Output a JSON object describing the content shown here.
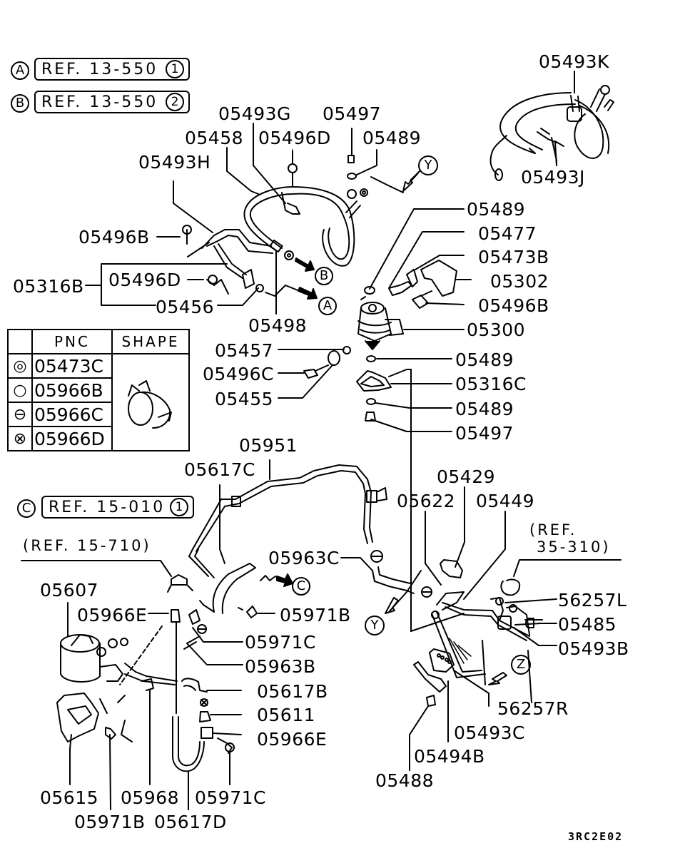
{
  "diagram": {
    "drawing_code": "3RC2E02",
    "references": [
      {
        "marker": "A",
        "text": "REF. 13-550",
        "sub": "1"
      },
      {
        "marker": "B",
        "text": "REF. 13-550",
        "sub": "2"
      },
      {
        "marker": "C",
        "text": "REF. 15-010",
        "sub": "1"
      }
    ],
    "plain_refs": {
      "ref_15_710": "(REF. 15-710)",
      "ref_35_310_line1": "(REF.",
      "ref_35_310_line2": "35-310)"
    },
    "view_markers": {
      "A": "A",
      "B": "B",
      "C": "C",
      "Y": "Y",
      "Z": "Z"
    },
    "pnc_table": {
      "headers": [
        "",
        "PNC",
        "SHAPE"
      ],
      "rows": [
        {
          "symbol": "double-circle",
          "glyph": "◎",
          "pnc": "05473C"
        },
        {
          "symbol": "circle",
          "glyph": "○",
          "pnc": "05966B"
        },
        {
          "symbol": "circle-minus",
          "glyph": "⊖",
          "pnc": "05966C"
        },
        {
          "symbol": "circle-times",
          "glyph": "⊗",
          "pnc": "05966D"
        }
      ]
    },
    "part_labels": {
      "p05493K": "05493K",
      "p05493J": "05493J",
      "p05493G": "05493G",
      "p05497_top": "05497",
      "p05458": "05458",
      "p05496D_top": "05496D",
      "p05489_top": "05489",
      "p05493H": "05493H",
      "p05489_a": "05489",
      "p05477": "05477",
      "p05473B": "05473B",
      "p05302": "05302",
      "p05496B_right": "05496B",
      "p05300": "05300",
      "p05496B_left": "05496B",
      "p05316B": "05316B",
      "p05496D_left": "05496D",
      "p05456": "05456",
      "p05498": "05498",
      "p05457": "05457",
      "p05496C": "05496C",
      "p05455": "05455",
      "p05489_b": "05489",
      "p05316C": "05316C",
      "p05489_c": "05489",
      "p05497_mid": "05497",
      "p05951": "05951",
      "p05617C": "05617C",
      "p05429": "05429",
      "p05622": "05622",
      "p05449": "05449",
      "p05963C": "05963C",
      "p56257L": "56257L",
      "p05485": "05485",
      "p05493B": "05493B",
      "p56257R": "56257R",
      "p05493C": "05493C",
      "p05494B": "05494B",
      "p05488": "05488",
      "p05607": "05607",
      "p05966E_top": "05966E",
      "p05971B_top": "05971B",
      "p05971C_top": "05971C",
      "p05963B": "05963B",
      "p05617B": "05617B",
      "p05611": "05611",
      "p05966E_bot": "05966E",
      "p05615": "05615",
      "p05968": "05968",
      "p05971C_bot": "05971C",
      "p05971B_bot": "05971B",
      "p05617D": "05617D"
    }
  }
}
